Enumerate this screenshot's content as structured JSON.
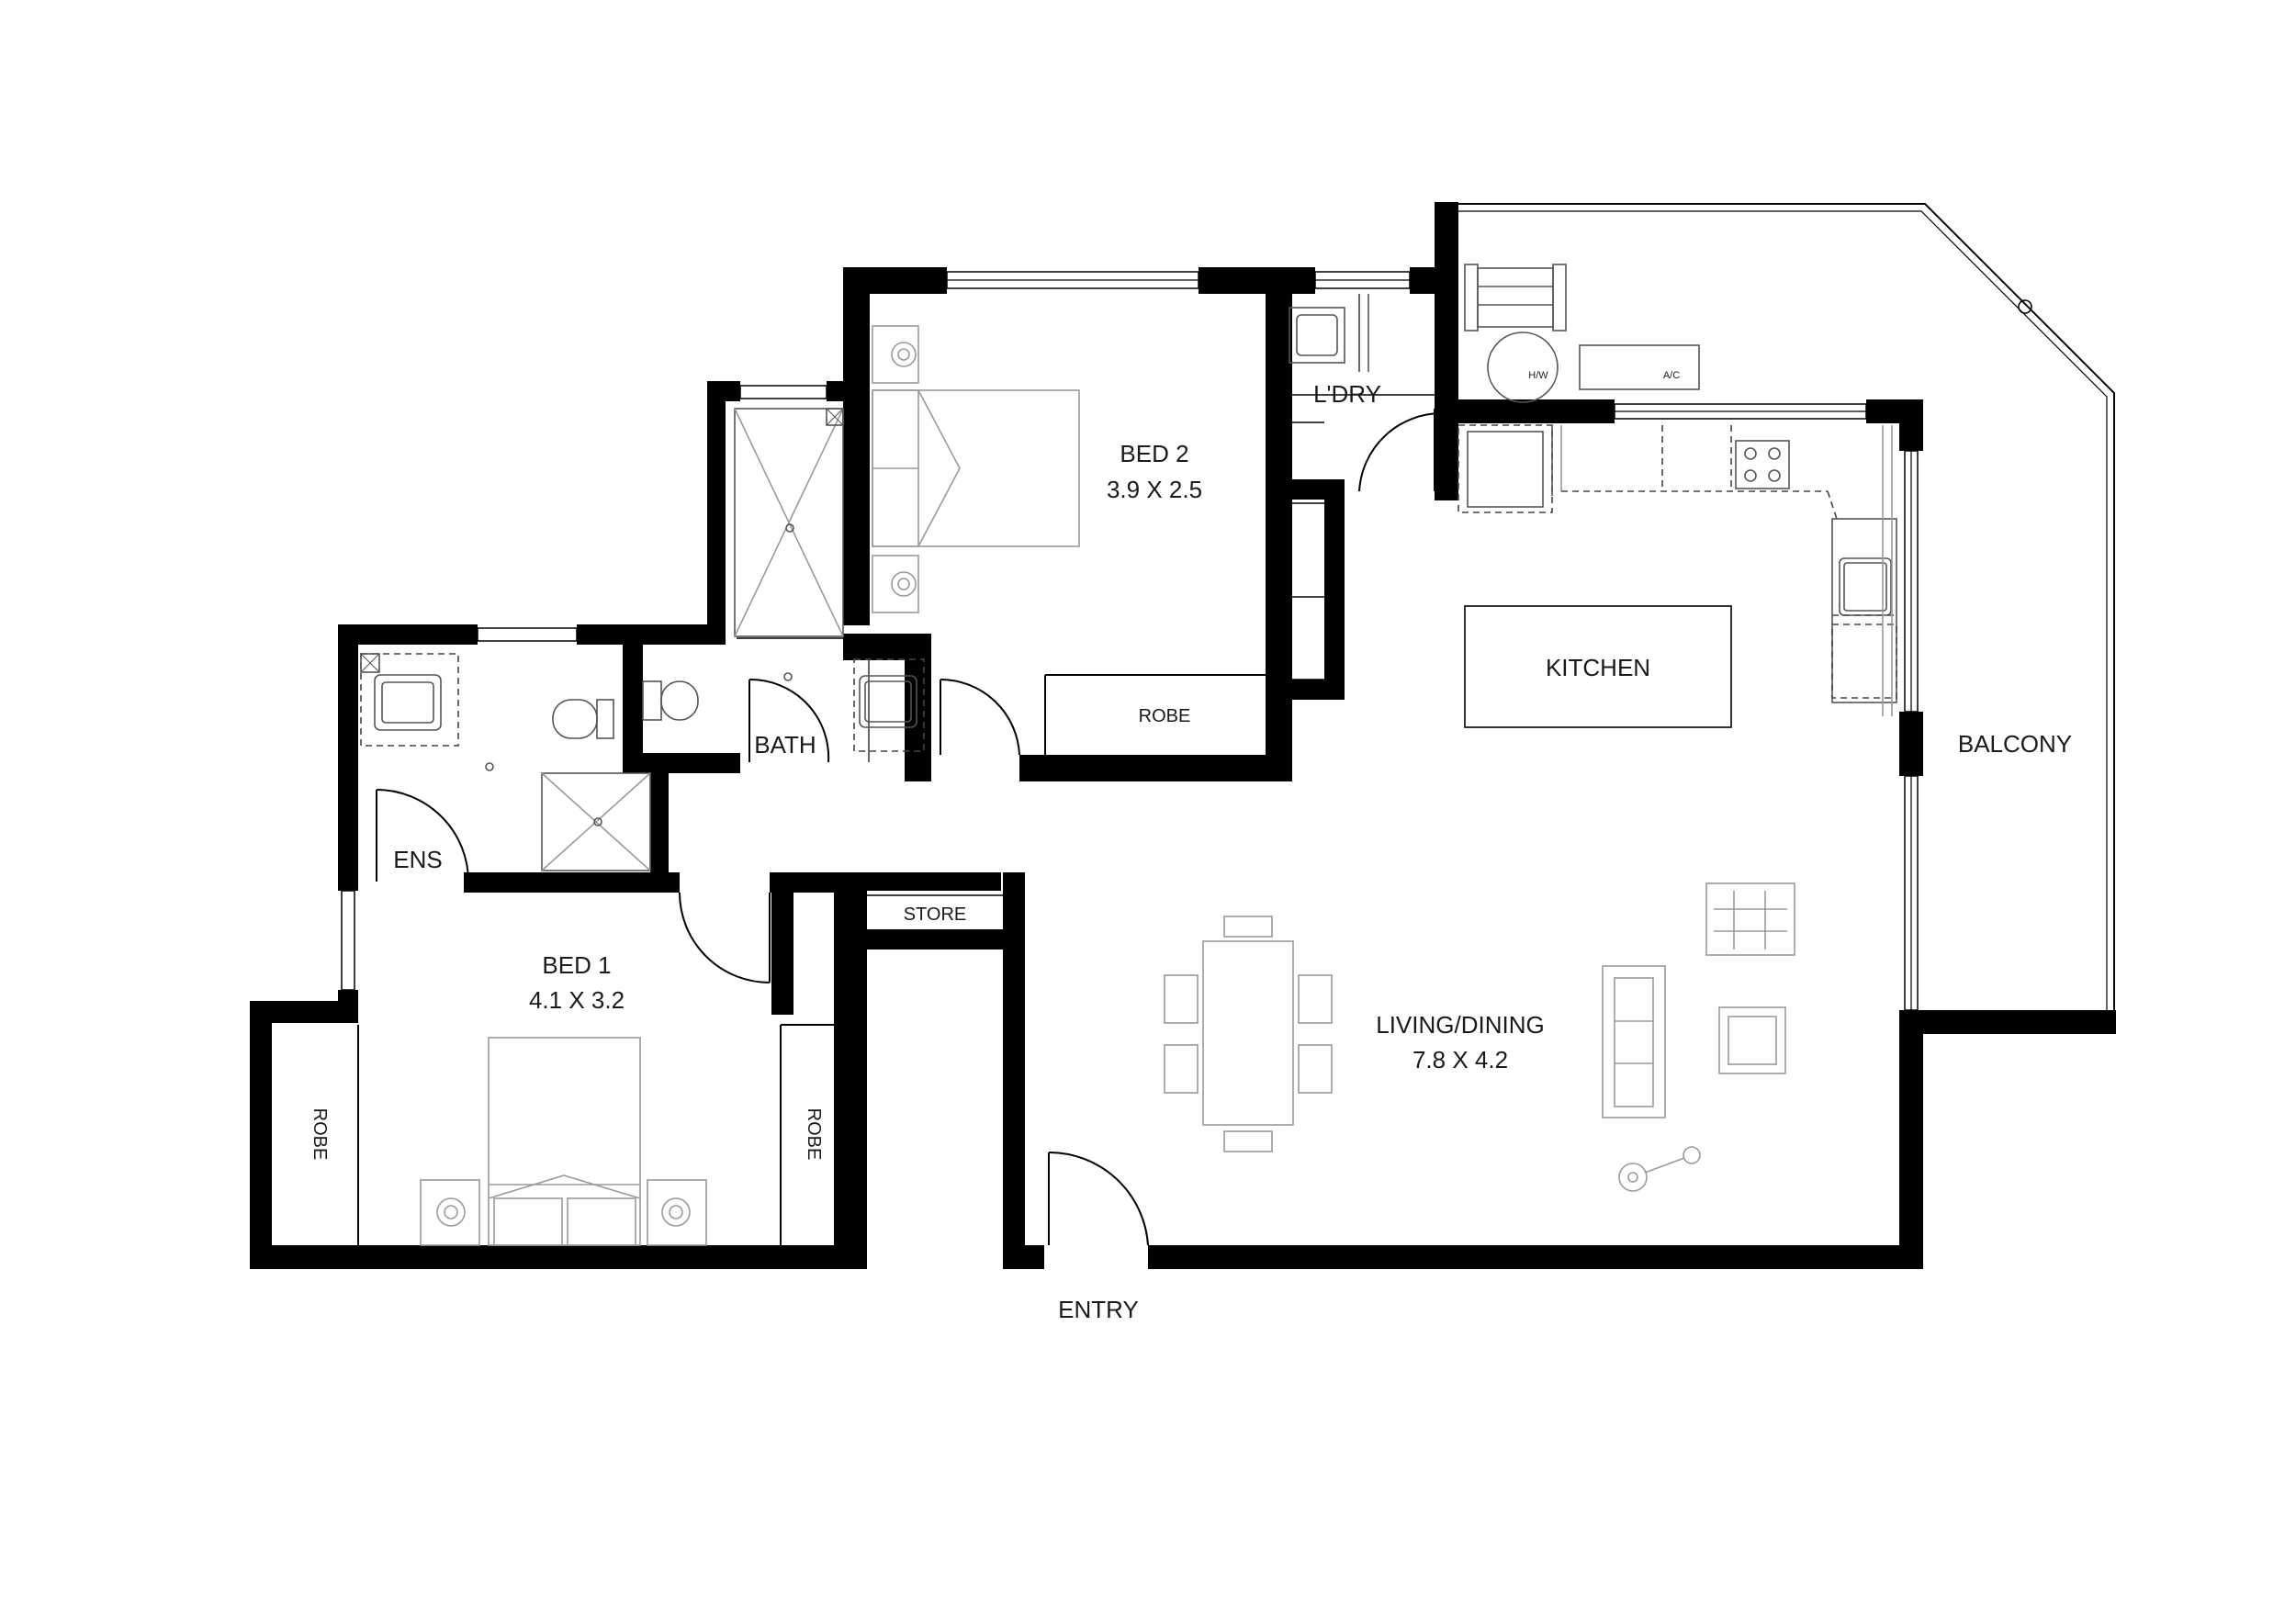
{
  "rooms": {
    "bed2": {
      "name": "BED 2",
      "size": "3.9 X 2.5"
    },
    "bed1": {
      "name": "BED 1",
      "size": "4.1 X 3.2"
    },
    "living": {
      "name": "LIVING/DINING",
      "size": "7.8 X 4.2"
    },
    "kitchen": "KITCHEN",
    "laundry": "L'DRY",
    "bath": "BATH",
    "ensuite": "ENS",
    "store": "STORE",
    "balcony": "BALCONY",
    "entry": "ENTRY",
    "robe_bed2": "ROBE",
    "robe_bed1_left": "ROBE",
    "robe_bed1_right": "ROBE"
  },
  "fixtures": {
    "hot_water": "H/W",
    "air_con": "A/C"
  }
}
